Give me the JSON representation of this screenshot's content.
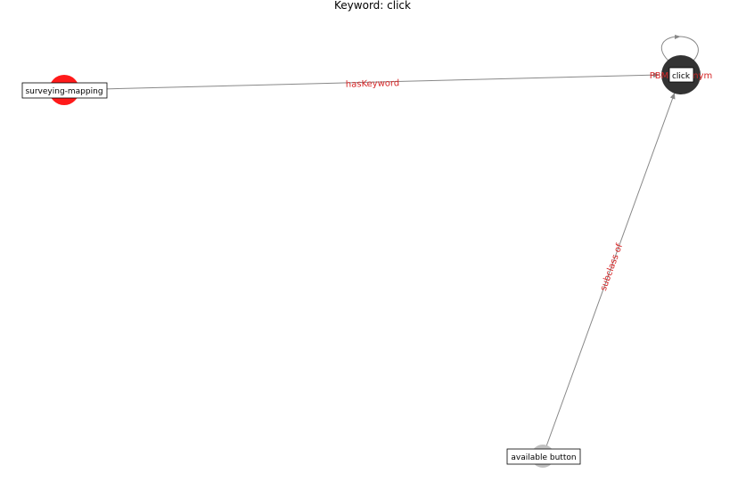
{
  "title": "Keyword: click",
  "colors": {
    "edge": "#888888",
    "edge_label": "#d62728",
    "node_keyword_center": "#333333",
    "node_red": "#ff1a1a",
    "node_gray": "#c0c0c0"
  },
  "nodes": [
    {
      "id": "click",
      "label": "click",
      "color_key": "node_keyword_center"
    },
    {
      "id": "surveying-mapping",
      "label": "surveying-mapping",
      "color_key": "node_red"
    },
    {
      "id": "available-button",
      "label": "available button",
      "color_key": "node_gray"
    }
  ],
  "edges": [
    {
      "from": "surveying-mapping",
      "to": "click",
      "label": "hasKeyword"
    },
    {
      "from": "available-button",
      "to": "click",
      "label": "subclass of"
    },
    {
      "from": "click",
      "to": "click",
      "label": "PBM:synonym"
    }
  ]
}
